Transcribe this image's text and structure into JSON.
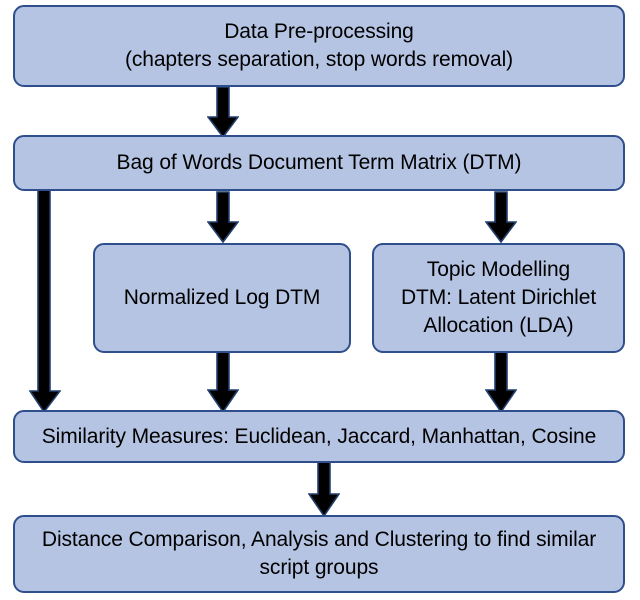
{
  "diagram": {
    "title": "Text similarity analysis pipeline flowchart",
    "colors": {
      "node_fill": "#b5c4e3",
      "node_border": "#2f4f8c",
      "arrow_fill": "#000000",
      "arrow_stroke": "#24406f",
      "background": "#ffffff",
      "text": "#000000"
    },
    "nodes": [
      {
        "id": "preprocess",
        "label": "Data Pre-processing\n(chapters separation, stop words removal)"
      },
      {
        "id": "dtm",
        "label": "Bag of Words Document Term Matrix (DTM)"
      },
      {
        "id": "normlog",
        "label": "Normalized Log DTM"
      },
      {
        "id": "lda",
        "label": "Topic Modelling\nDTM: Latent Dirichlet\nAllocation (LDA)"
      },
      {
        "id": "similarity",
        "label": "Similarity Measures: Euclidean, Jaccard, Manhattan, Cosine"
      },
      {
        "id": "distance",
        "label": "Distance Comparison, Analysis and Clustering to find similar\nscript groups"
      }
    ],
    "edges": [
      {
        "id": "pre-to-dtm",
        "from": "preprocess",
        "to": "dtm",
        "icon": "down-block-arrow-icon"
      },
      {
        "id": "dtm-long",
        "from": "dtm",
        "to": "similarity",
        "icon": "down-block-arrow-icon"
      },
      {
        "id": "dtm-to-norm",
        "from": "dtm",
        "to": "normlog",
        "icon": "down-block-arrow-icon"
      },
      {
        "id": "dtm-to-lda",
        "from": "dtm",
        "to": "lda",
        "icon": "down-block-arrow-icon"
      },
      {
        "id": "norm-to-sim",
        "from": "normlog",
        "to": "similarity",
        "icon": "down-block-arrow-icon"
      },
      {
        "id": "lda-to-sim",
        "from": "lda",
        "to": "similarity",
        "icon": "down-block-arrow-icon"
      },
      {
        "id": "sim-to-dist",
        "from": "similarity",
        "to": "distance",
        "icon": "down-block-arrow-icon"
      }
    ]
  }
}
